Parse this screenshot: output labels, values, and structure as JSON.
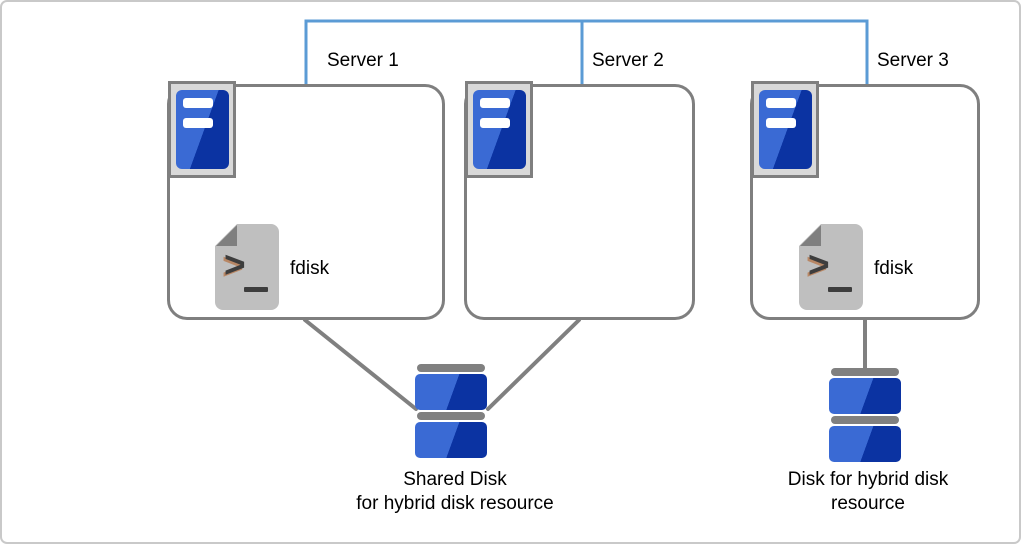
{
  "diagram": {
    "servers": [
      {
        "label": "Server 1",
        "fdisk_label": "fdisk"
      },
      {
        "label": "Server 2"
      },
      {
        "label": "Server 3",
        "fdisk_label": "fdisk"
      }
    ],
    "script_icon": {
      "prompt_glyph": ">"
    },
    "disks": [
      {
        "line1": "Shared Disk",
        "line2": "for hybrid disk resource"
      },
      {
        "line1": "Disk for hybrid disk",
        "line2": "resource"
      }
    ],
    "colors": {
      "network_line": "#5b9bd5",
      "link_line": "#808080",
      "box_border": "#7f7f7f",
      "icon_blue_light": "#3a6ad4",
      "icon_blue_dark": "#0b33a2",
      "doc_body": "#bfbfbf",
      "doc_fold": "#7f7f7f"
    }
  }
}
